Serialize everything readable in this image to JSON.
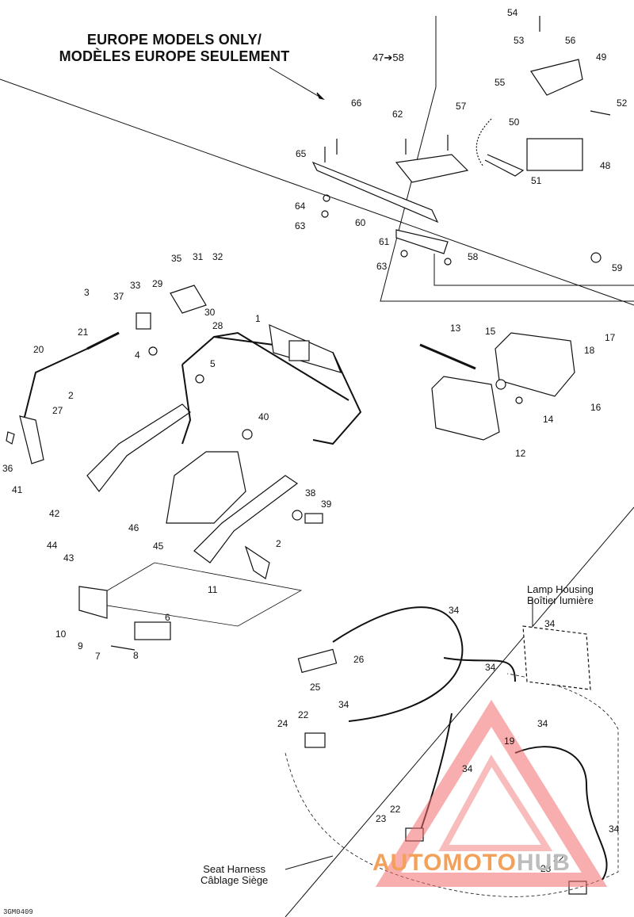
{
  "header": {
    "title_line1": "EUROPE MODELS ONLY/",
    "title_line2": "MODÈLES EUROPE SEULEMENT",
    "range_label": "47➔58"
  },
  "captions": {
    "lamp_housing_line1": "Lamp Housing",
    "lamp_housing_line2": "Boîtier lumière",
    "seat_harness_line1": "Seat Harness",
    "seat_harness_line2": "Câblage Siège"
  },
  "drawing_code": "3GM0409",
  "watermark": {
    "part1": "AUTOMOTO",
    "part2": "HUB",
    "color1": "#f3a15a",
    "color2": "#bdbdbd"
  },
  "callouts": {
    "c1": "1",
    "c2": "2",
    "c3": "3",
    "c4": "4",
    "c5": "5",
    "c6": "6",
    "c7": "7",
    "c8": "8",
    "c9": "9",
    "c10": "10",
    "c11": "11",
    "c12": "12",
    "c13": "13",
    "c14": "14",
    "c15": "15",
    "c16": "16",
    "c17": "17",
    "c18": "18",
    "c19": "19",
    "c20": "20",
    "c21": "21",
    "c22": "22",
    "c23": "23",
    "c24": "24",
    "c25": "25",
    "c26": "26",
    "c27": "27",
    "c28": "28",
    "c29": "29",
    "c30": "30",
    "c31": "31",
    "c32": "32",
    "c33": "33",
    "c34": "34",
    "c35": "35",
    "c36": "36",
    "c37": "37",
    "c38": "38",
    "c39": "39",
    "c40": "40",
    "c41": "41",
    "c42": "42",
    "c43": "43",
    "c44": "44",
    "c45": "45",
    "c46": "46",
    "c48": "48",
    "c49": "49",
    "c50": "50",
    "c51": "51",
    "c52": "52",
    "c53": "53",
    "c54": "54",
    "c55": "55",
    "c56": "56",
    "c57": "57",
    "c58": "58",
    "c59": "59",
    "c60": "60",
    "c61": "61",
    "c62": "62",
    "c63": "63",
    "c64": "64",
    "c65": "65",
    "c66": "66"
  }
}
